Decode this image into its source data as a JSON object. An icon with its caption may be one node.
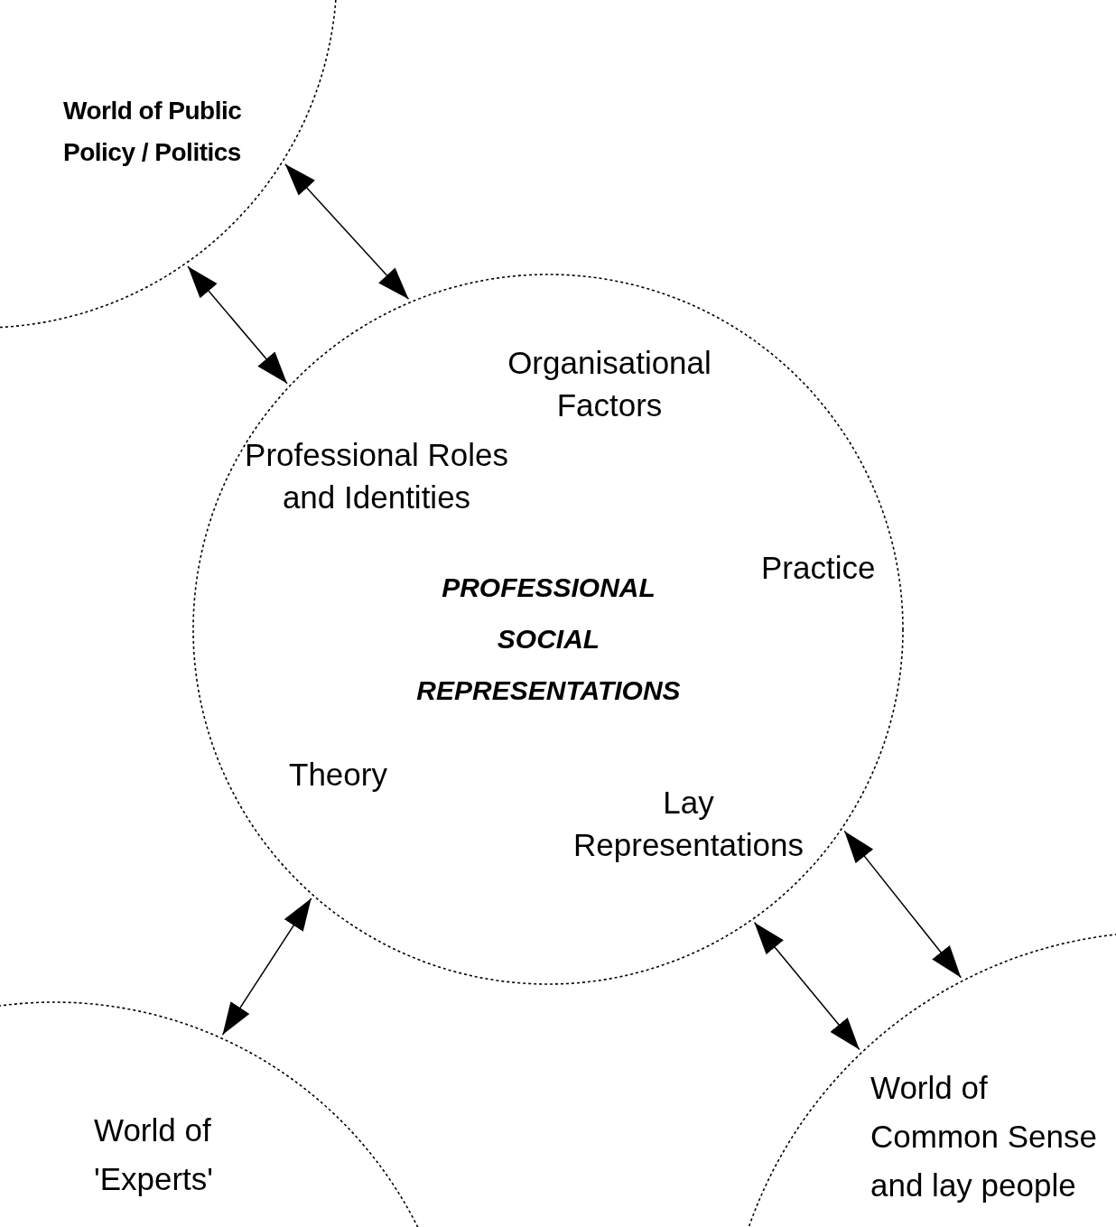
{
  "diagram": {
    "nodes": [
      {
        "text": [
          "World of Public Policy / Politics"
        ]
      },
      {
        "text": [
          "Organisational Factors",
          "Professional Roles and Identities",
          "Practice",
          "PROFESSIONAL SOCIAL REPRESENTATIONS",
          "Theory",
          "Lay Representations"
        ]
      },
      {
        "text": [
          "World of 'Experts'"
        ]
      },
      {
        "text": [
          "World of Common Sense and lay people"
        ]
      }
    ],
    "edges": [
      {
        "from": 0,
        "to": 1,
        "arrow": "both"
      },
      {
        "from": 0,
        "to": 1,
        "arrow": "both"
      },
      {
        "from": 1,
        "to": 2,
        "arrow": "both"
      },
      {
        "from": 1,
        "to": 3,
        "arrow": "both"
      },
      {
        "from": 1,
        "to": 3,
        "arrow": "both"
      }
    ]
  }
}
